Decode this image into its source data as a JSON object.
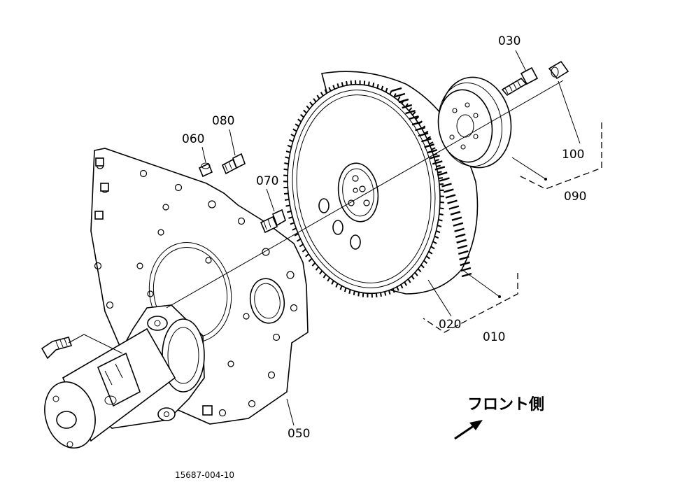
{
  "labels": {
    "p010": "010",
    "p020": "020",
    "p030": "030",
    "p050": "050",
    "p060": "060",
    "p070": "070",
    "p080": "080",
    "p090": "090",
    "p100": "100"
  },
  "front_side_label": "フロント側",
  "drawing_number": "15687-004-10"
}
